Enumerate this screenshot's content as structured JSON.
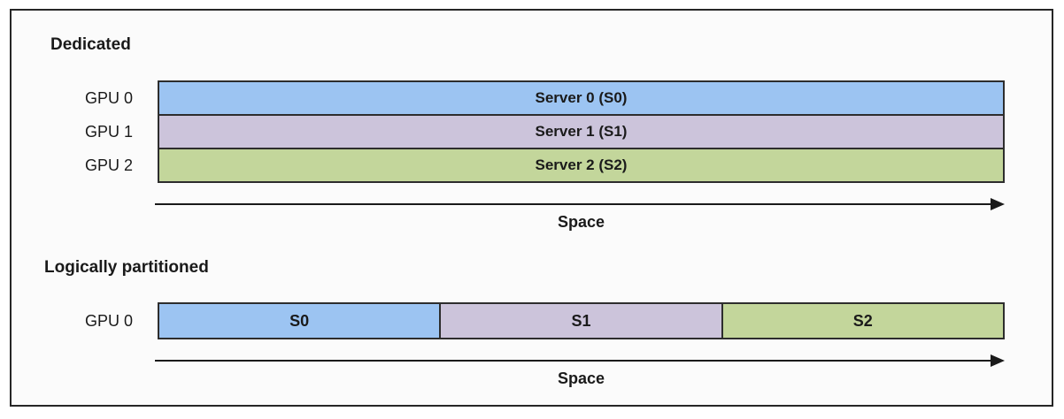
{
  "diagram": {
    "dedicated": {
      "title": "Dedicated",
      "rows": [
        {
          "gpu_label": "GPU 0",
          "bar_label": "Server 0 (S0)",
          "color": "#9cc4f2"
        },
        {
          "gpu_label": "GPU 1",
          "bar_label": "Server 1 (S1)",
          "color": "#ccc4db"
        },
        {
          "gpu_label": "GPU 2",
          "bar_label": "Server 2 (S2)",
          "color": "#c3d69b"
        }
      ],
      "axis_label": "Space"
    },
    "partitioned": {
      "title": "Logically partitioned",
      "gpu_label": "GPU 0",
      "segments": [
        {
          "label": "S0",
          "color": "#9cc4f2"
        },
        {
          "label": "S1",
          "color": "#ccc4db"
        },
        {
          "label": "S2",
          "color": "#c3d69b"
        }
      ],
      "axis_label": "Space"
    },
    "colors": {
      "frame_border": "#262626",
      "frame_background": "#fbfbfb",
      "bar_border": "#2d2d2d",
      "arrow": "#1a1a1a",
      "text": "#1a1a1a"
    }
  }
}
